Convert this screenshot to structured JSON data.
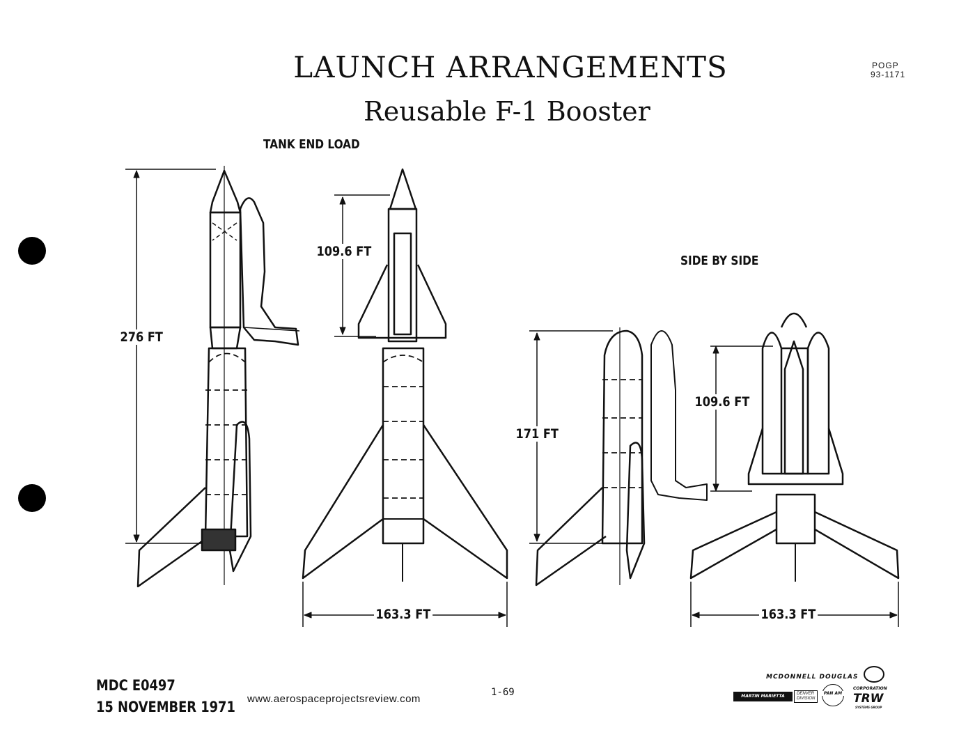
{
  "header": {
    "title": "LAUNCH ARRANGEMENTS",
    "subtitle": "Reusable F-1 Booster",
    "doc_code_line1": "POGP",
    "doc_code_line2": "93-1171"
  },
  "sections": {
    "tank_end_load": "TANK END LOAD",
    "side_by_side": "SIDE BY SIDE"
  },
  "dimensions": {
    "overall_height_tank_end": "276  FT",
    "orbiter_length_tank_end": "109.6 FT",
    "span_tank_end": "163.3 FT",
    "overall_height_side": "171 FT",
    "orbiter_length_side": "109.6 FT",
    "span_side": "163.3 FT"
  },
  "footer": {
    "doc_number": "MDC E0497",
    "date": "15 NOVEMBER 1971",
    "website": "www.aerospaceprojectsreview.com",
    "page_number": "1-69"
  },
  "logos": {
    "mcdonnell": "MCDONNELL DOUGLAS",
    "corporation": "CORPORATION",
    "martin": "MARTIN MARIETTA",
    "denver": "DENVER",
    "division": "DIVISION",
    "panam": "PAN AM",
    "trw": "TRW",
    "systems": "SYSTEMS GROUP"
  }
}
